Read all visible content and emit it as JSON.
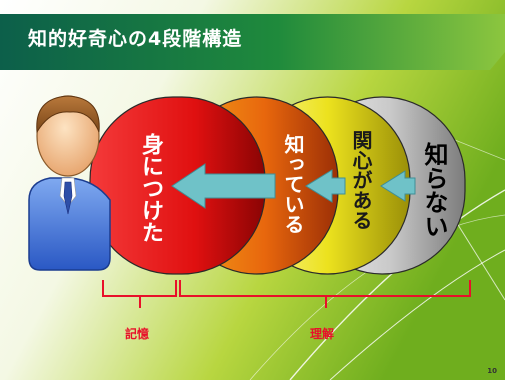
{
  "slide": {
    "title": "知的好奇心の4段階構造",
    "page_number": "10"
  },
  "stages": [
    {
      "label": "知らない",
      "color": "#c8c8c8"
    },
    {
      "label": "関心がある",
      "color": "#e6df1e"
    },
    {
      "label": "知っている",
      "color": "#e8670d"
    },
    {
      "label": "身につけた",
      "color": "#e21212"
    }
  ],
  "brackets": {
    "memory_label": "記憶",
    "understanding_label": "理解"
  },
  "icons": {
    "person": "person-icon",
    "arrow": "arrow-left-icon"
  }
}
